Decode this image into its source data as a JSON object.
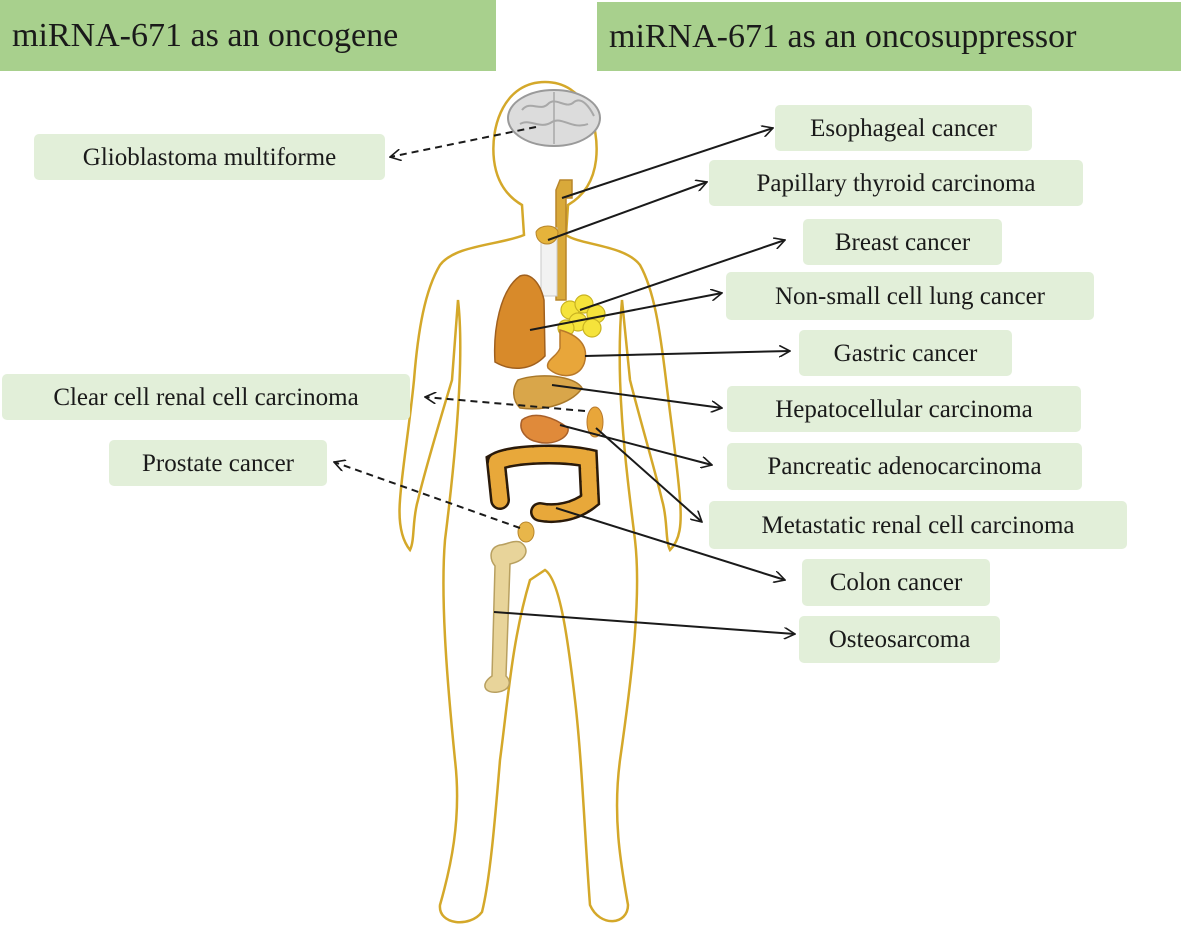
{
  "headers": {
    "oncogene": "miRNA-671 as an oncogene",
    "oncosuppressor": "miRNA-671 as an oncosuppressor"
  },
  "oncogene_targets": [
    "Glioblastoma multiforme",
    "Clear cell renal cell carcinoma",
    "Prostate cancer"
  ],
  "oncosuppressor_targets": [
    "Esophageal cancer",
    "Papillary thyroid carcinoma",
    "Breast cancer",
    "Non-small cell lung cancer",
    "Gastric cancer",
    "Hepatocellular carcinoma",
    "Pancreatic adenocarcinoma",
    "Metastatic renal cell carcinoma",
    "Colon cancer",
    "Osteosarcoma"
  ],
  "colors": {
    "header_fill": "#a8d08d",
    "label_fill": "#e2efd9",
    "body_outline": "#d4a82a"
  }
}
